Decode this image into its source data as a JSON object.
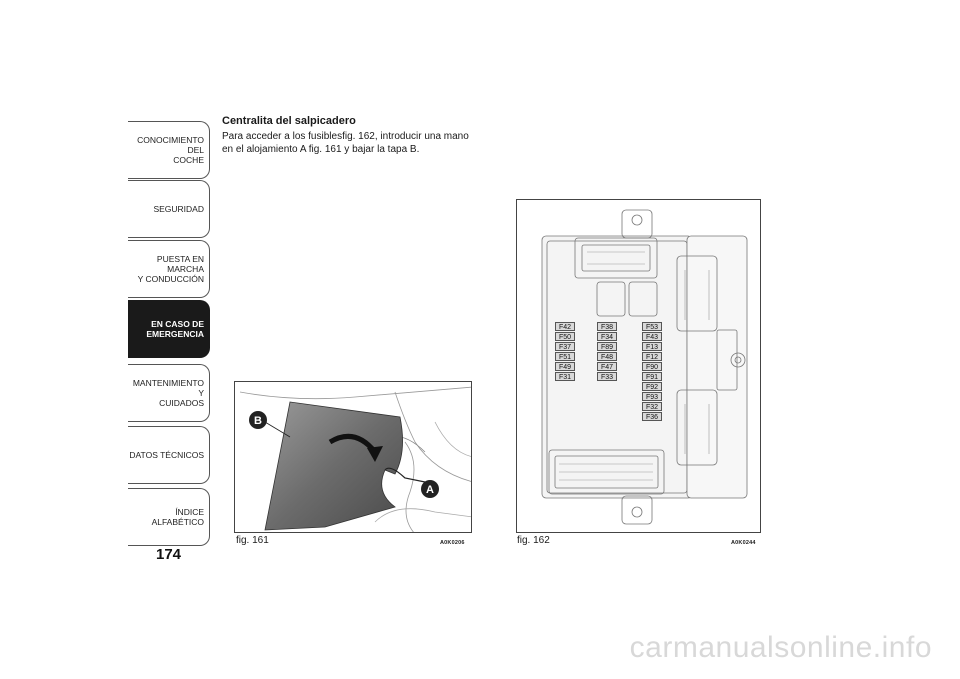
{
  "sidebar": {
    "tabs": [
      {
        "label": "CONOCIMIENTO DEL\nCOCHE",
        "active": false
      },
      {
        "label": "SEGURIDAD",
        "active": false
      },
      {
        "label": "PUESTA EN MARCHA\nY CONDUCCIÓN",
        "active": false
      },
      {
        "label": "EN CASO DE\nEMERGENCIA",
        "active": true
      },
      {
        "label": "MANTENIMIENTO Y\nCUIDADOS",
        "active": false
      },
      {
        "label": "DATOS TÉCNICOS",
        "active": false
      },
      {
        "label": "ÍNDICE ALFABÉTICO",
        "active": false
      }
    ],
    "page_number": "174"
  },
  "content": {
    "heading": "Centralita del salpicadero",
    "body": "Para acceder a los fusiblesfig. 162, introducir una mano en el alojamiento A fig. 161 y bajar la tapa B."
  },
  "figure161": {
    "caption": "fig. 161",
    "code": "A0K0206",
    "label_a": "A",
    "label_b": "B"
  },
  "figure162": {
    "caption": "fig. 162",
    "code": "A0K0244",
    "fuses_col1": [
      "F42",
      "F50",
      "F37",
      "F51",
      "F49",
      "F31"
    ],
    "fuses_col2": [
      "F38",
      "F34",
      "F89",
      "F48",
      "F47",
      "F33"
    ],
    "fuses_col3": [
      "F53",
      "F43",
      "F13",
      "F12",
      "F90",
      "F91",
      "F92",
      "F93",
      "F32",
      "F36"
    ]
  },
  "watermark": "carmanualsonline.info",
  "colors": {
    "active_tab": "#1a1a1a",
    "fuse_fill": "#d9d9d9"
  }
}
